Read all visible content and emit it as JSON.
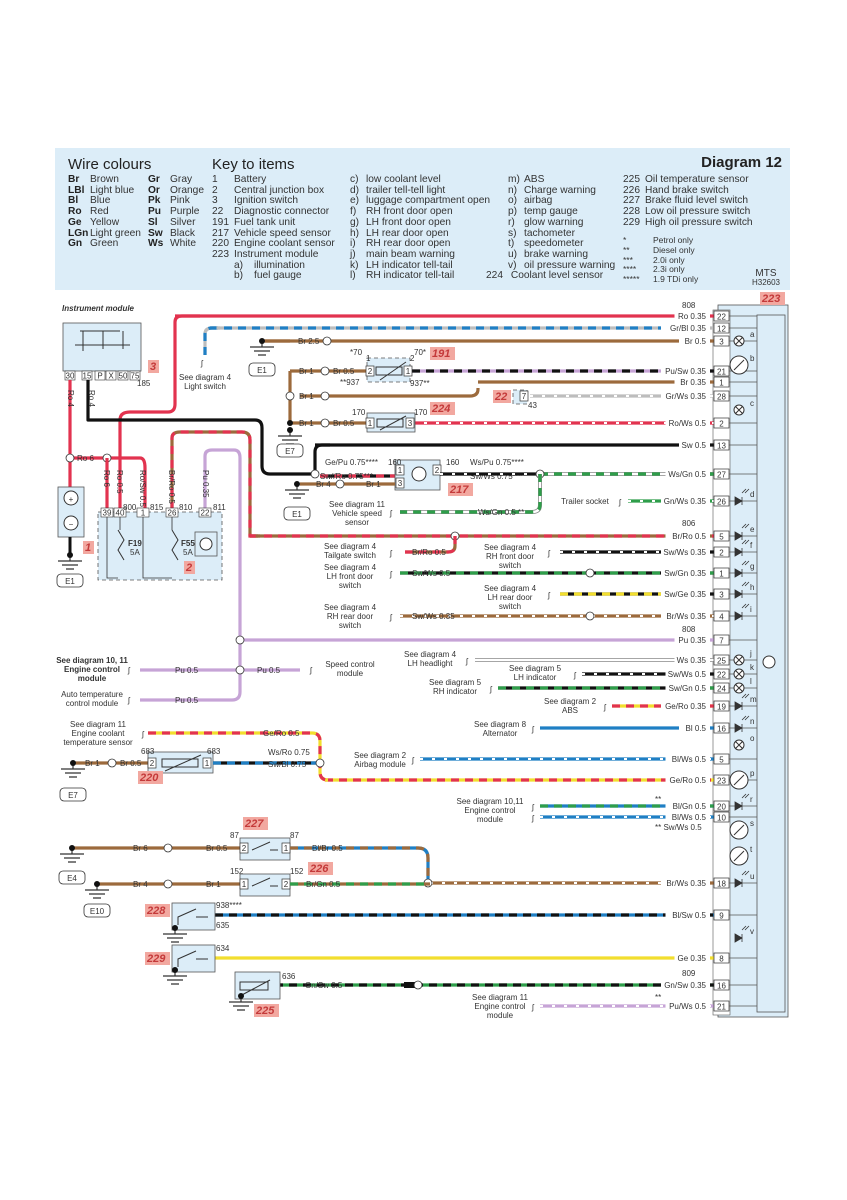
{
  "header": {
    "wire_colours_title": "Wire colours",
    "key_title": "Key to items",
    "diagram_title": "Diagram 12",
    "publisher_mark": "MTS",
    "drawing_code": "H32603"
  },
  "wire_colours": [
    {
      "code": "Br",
      "name": "Brown"
    },
    {
      "code": "LBl",
      "name": "Light blue"
    },
    {
      "code": "Bl",
      "name": "Blue"
    },
    {
      "code": "Ro",
      "name": "Red"
    },
    {
      "code": "Ge",
      "name": "Yellow"
    },
    {
      "code": "LGn",
      "name": "Light green"
    },
    {
      "code": "Gn",
      "name": "Green"
    },
    {
      "code": "Gr",
      "name": "Gray"
    },
    {
      "code": "Or",
      "name": "Orange"
    },
    {
      "code": "Pk",
      "name": "Pink"
    },
    {
      "code": "Pu",
      "name": "Purple"
    },
    {
      "code": "Sl",
      "name": "Silver"
    },
    {
      "code": "Sw",
      "name": "Black"
    },
    {
      "code": "Ws",
      "name": "White"
    }
  ],
  "wire_colours_hex": {
    "Br": "#9c6a3c",
    "Ro": "#e2334f",
    "Bl": "#1f7fc4",
    "Ge": "#f2de2e",
    "Gn": "#2e9e4a",
    "Sw": "#111111",
    "Ws": "#ffffff",
    "Gr": "#bdbdbd",
    "Pu": "#c6a4d6"
  },
  "key_items": [
    {
      "n": "1",
      "t": "Battery"
    },
    {
      "n": "2",
      "t": "Central junction box"
    },
    {
      "n": "3",
      "t": "Ignition switch"
    },
    {
      "n": "22",
      "t": "Diagnostic connector"
    },
    {
      "n": "191",
      "t": "Fuel tank unit"
    },
    {
      "n": "217",
      "t": "Vehicle speed sensor"
    },
    {
      "n": "220",
      "t": "Engine coolant sensor"
    },
    {
      "n": "223",
      "t": "Instrument module"
    },
    {
      "n": "a)",
      "t": "illumination",
      "sub": true
    },
    {
      "n": "b)",
      "t": "fuel gauge",
      "sub": true
    }
  ],
  "key_sub_items_1": [
    {
      "n": "c)",
      "t": "low coolant level"
    },
    {
      "n": "d)",
      "t": "trailer tell-tell light"
    },
    {
      "n": "e)",
      "t": "luggage compartment open"
    },
    {
      "n": "f)",
      "t": "RH front door open"
    },
    {
      "n": "g)",
      "t": "LH front door open"
    },
    {
      "n": "h)",
      "t": "LH rear door open"
    },
    {
      "n": "i)",
      "t": "RH rear door open"
    },
    {
      "n": "j)",
      "t": "main beam warning"
    },
    {
      "n": "k)",
      "t": "LH indicator tell-tail"
    },
    {
      "n": "l)",
      "t": "RH indicator tell-tail"
    }
  ],
  "key_sub_items_2": [
    {
      "n": "m)",
      "t": "ABS"
    },
    {
      "n": "n)",
      "t": "Charge warning"
    },
    {
      "n": "o)",
      "t": "airbag"
    },
    {
      "n": "p)",
      "t": "temp gauge"
    },
    {
      "n": "r)",
      "t": "glow warning"
    },
    {
      "n": "s)",
      "t": "tachometer"
    },
    {
      "n": "t)",
      "t": "speedometer"
    },
    {
      "n": "u)",
      "t": "brake warning"
    },
    {
      "n": "v)",
      "t": "oil pressure warning"
    },
    {
      "n": "224",
      "t": "Coolant level sensor",
      "main": true
    }
  ],
  "key_items_3": [
    {
      "n": "225",
      "t": "Oil temperature sensor"
    },
    {
      "n": "226",
      "t": "Hand brake switch"
    },
    {
      "n": "227",
      "t": "Brake fluid level switch"
    },
    {
      "n": "228",
      "t": "Low oil pressure switch"
    },
    {
      "n": "229",
      "t": "High oil pressure switch"
    }
  ],
  "notes": [
    {
      "s": "*",
      "t": "Petrol only"
    },
    {
      "s": "**",
      "t": "Diesel only"
    },
    {
      "s": "***",
      "t": "2.0i only"
    },
    {
      "s": "****",
      "t": "2.3i  only"
    },
    {
      "s": "*****",
      "t": "1.9 TDi  only"
    }
  ],
  "module_223_wires": [
    {
      "label": "Ro 0.35",
      "pin": "22"
    },
    {
      "label": "Gr/Bl 0.35",
      "pin": "12"
    },
    {
      "label": "Br 0.5",
      "pin": "3"
    },
    {
      "label": "Pu/Sw 0.35",
      "pin": "21"
    },
    {
      "label": "Br 0.35",
      "pin": "1"
    },
    {
      "label": "Gr/Ws 0.35",
      "pin": "28"
    },
    {
      "label": "Ro/Ws 0.5",
      "pin": "2"
    },
    {
      "label": "Sw 0.5",
      "pin": "13"
    },
    {
      "label": "Ws/Gn 0.5",
      "pin": "27"
    },
    {
      "label": "Gn/Ws 0.35",
      "pin": "26"
    },
    {
      "label": "Br/Ro 0.5",
      "pin": "5"
    },
    {
      "label": "Sw/Ws 0.35",
      "pin": "2"
    },
    {
      "label": "Sw/Gn 0.35",
      "pin": "1"
    },
    {
      "label": "Sw/Ge 0.35",
      "pin": "3"
    },
    {
      "label": "Br/Ws 0.35",
      "pin": "4"
    },
    {
      "label": "Pu 0.35",
      "pin": "7"
    },
    {
      "label": "Ws 0.35",
      "pin": "25"
    },
    {
      "label": "Sw/Ws 0.5",
      "pin": "22"
    },
    {
      "label": "Sw/Gn 0.5",
      "pin": "24"
    },
    {
      "label": "Ge/Ro 0.35",
      "pin": "19"
    },
    {
      "label": "Bl 0.5",
      "pin": "16"
    },
    {
      "label": "Bl/Ws 0.5",
      "pin": "5"
    },
    {
      "label": "Ge/Ro 0.5",
      "pin": "23"
    },
    {
      "label": "Bl/Gn 0.5",
      "pin": "20"
    },
    {
      "label": "Bl/Ws 0.5",
      "pin": "10"
    },
    {
      "label": "Br/Ws 0.35",
      "pin": "18"
    },
    {
      "label": "Bl/Sw 0.5",
      "pin": "9"
    },
    {
      "label": "Ge 0.35",
      "pin": "8"
    },
    {
      "label": "Gn/Sw 0.35",
      "pin": "16"
    },
    {
      "label": "Pu/Ws 0.5",
      "pin": "21"
    }
  ],
  "module_223_functions": [
    "a",
    "b",
    "c",
    "d",
    "e",
    "f",
    "g",
    "h",
    "i",
    "j",
    "k",
    "l",
    "m",
    "n",
    "o",
    "p",
    "r",
    "s",
    "t",
    "u",
    "v"
  ],
  "ignition_terminals": [
    "30",
    "15",
    "P",
    "X",
    "50",
    "75"
  ],
  "junction_pins": [
    "39",
    "40",
    "1",
    "26",
    "22"
  ],
  "labels": {
    "section_title": "Instrument module",
    "ign_185": "185",
    "ro4_a": "Ro 4",
    "ro4_b": "Ro 4",
    "ro6_h": "Ro 6",
    "ro6_v": "Ro 6",
    "ro05_v": "Ro 0.5",
    "rosw_v": "Ro/Sw 0.5",
    "brro_v": "Br/Ro 0.5",
    "pu035_v": "Pu 0.35",
    "n800": "800",
    "n815": "815",
    "n810": "810",
    "n811": "811",
    "f19": "F19",
    "f19a": "5A",
    "f55": "F55",
    "f55a": "5A",
    "tag3": "3",
    "tag1": "1",
    "tag2": "2",
    "tag191": "191",
    "tag224": "224",
    "tag22": "22",
    "tag217": "217",
    "tag220": "220",
    "tag227": "227",
    "tag226": "226",
    "tag228": "228",
    "tag229": "229",
    "tag225": "225",
    "tag223": "223",
    "e1_a": "E1",
    "e1_b": "E1",
    "e7_a": "E7",
    "e1_c": "E1",
    "e7_b": "E7",
    "e4": "E4",
    "e10": "E10",
    "light_switch": "See diagram 4\nLight switch",
    "br25": "Br 2.5",
    "br1_a": "Br 1",
    "br05_a": "Br 0.5",
    "br1_b": "Br 1",
    "br1_c": "Br 1",
    "br05_c": "Br 0.5",
    "s70a": "*70",
    "s70b": "70*",
    "s937a": "**937",
    "s937b": "937**",
    "p191_1": "1",
    "p191_2": "2",
    "p191_2b": "2",
    "p191_1b": "1",
    "n170a": "170",
    "n170b": "170",
    "p224_1": "1",
    "p224_3": "3",
    "p22_7": "7",
    "n43": "43",
    "gepu": "Ge/Pu 0.75****",
    "swro": "Sw//Ro 0.75***",
    "n160a": "160",
    "n160b": "160",
    "wspu": "Ws/Pu 0.75****",
    "swws075": "Sw/Ws 0.75***",
    "p217_1": "1",
    "p217_3": "3",
    "p217_2": "2",
    "br4_a": "Br 4",
    "br1_d": "Br 1",
    "vss": "See diagram 11\nVehicle speed\nsensor",
    "wsgn": "Ws/Gn 0.5 **",
    "trailer": "Trailer socket",
    "n806": "806",
    "n808a": "808",
    "n808b": "808",
    "n809": "809",
    "tailgate": "See diagram 4\nTailgate switch",
    "brro05": "Br/Ro 0.5",
    "lhfront": "See diagram 4\nLH front door\nswitch",
    "swws05": "Sw/Ws 0.5",
    "rhrear": "See diagram 4\nRH rear door\nswitch",
    "swws035": "Sw/Ws 0.35",
    "rhfront": "See diagram 4\nRH front door\nswitch",
    "lhrear": "See diagram 4\nLH rear door\nswitch",
    "ecm1": "See diagram 10, 11\nEngine control\nmodule",
    "pu05a": "Pu 0.5",
    "pu05b": "Pu 0.5",
    "speedctl": "Speed control\nmodule",
    "autotemp": "Auto temperature\ncontrol module",
    "pu05c": "Pu 0.5",
    "ects": "See diagram 11\nEngine coolant\ntemperature sensor",
    "gero05": "Ge/Ro 0.5",
    "br1_e": "Br 1",
    "br05_e": "Br 0.5",
    "n683a": "683",
    "n683b": "683",
    "p220_2": "2",
    "p220_1": "1",
    "wsro": "Ws/Ro 0.75",
    "swbl": "Sw/Bl 0.75",
    "lhhead": "See diagram 4\nLH headlight",
    "lhind": "See diagram 5\nLH indicator",
    "rhind": "See diagram 5\nRH indicator",
    "abs": "See diagram 2\nABS",
    "alt": "See diagram 8\nAlternator",
    "airbag": "See diagram 2\nAirbag module",
    "ecm2": "See diagram 10,11\nEngine control\nmodule",
    "dstar1": "**",
    "swws05b": "** Sw/Ws 0.5",
    "br6": "Br 6",
    "br05_f": "Br 0.5",
    "n87a": "87",
    "n87b": "87",
    "p227_2": "2",
    "p227_1": "1",
    "blbr": "Bl/Br 0.5",
    "br4_b": "Br 4",
    "br1_f": "Br 1",
    "n152a": "152",
    "n152b": "152",
    "p226_1": "1",
    "p226_2": "2",
    "brgn": "Br/Gn 0.5",
    "n938": "938****",
    "n635": "635",
    "n634": "634",
    "n636": "636",
    "gnsw05": "Gn/Sw 0.5",
    "ecm3": "See diagram 11\nEngine control\nmodule",
    "dstar2": "**"
  }
}
